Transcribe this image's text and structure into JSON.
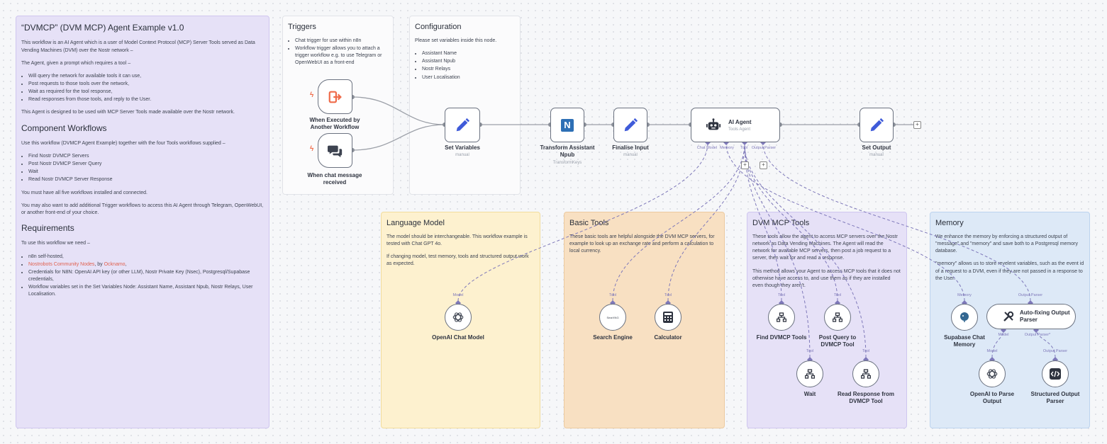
{
  "notes": {
    "main": {
      "title": "“DVMCP” (DVM MCP) Agent Example v1.0",
      "intro": "This workflow is an AI Agent which is a user of Model Context Protocol (MCP) Server Tools served as Data Vending Machines (DVM) over the Nostr network –",
      "agent_line": "The Agent, given a prompt which requires a tool –",
      "steps": [
        "Will query the network for available tools it can use,",
        "Post requests to those tools over the network,",
        "Wait as required for the tool response,",
        "Read responses from those tools, and reply to the User."
      ],
      "designed": "This Agent is designed to be used with MCP Server Tools made available over the Nostr network.",
      "components_title": "Component Workflows",
      "components_intro": "Use this workflow (DVMCP Agent Example) together with the four Tools workflows supplied –",
      "components": [
        "Find Nostr DVMCP Servers",
        "Post Nostr DVMCP Server Query",
        "Wait",
        "Read Nostr DVMCP Server Response"
      ],
      "must_have": "You must have all five workflows installed and connected.",
      "may_want": "You may also want to add additional Trigger workflows to access this AI Agent through Telegram, OpenWebUI, or another front-end of your choice.",
      "requirements_title": "Requirements",
      "requirements_intro": "To use this workflow we need –",
      "req1": "n8n self-hosted,",
      "req2_link": "Nostrobots Community Nodes",
      "req2_by": ", by ",
      "req2_author": "Ocknamo",
      "req2_end": ",",
      "req3": "Credentials for N8N: OpenAI API key (or other LLM), Nostr Private Key (Nsec), Postgresql/Supabase credentials,",
      "req4": "Workflow variables set in the Set Variables Node: Assistant Name, Assistant Npub, Nostr Relays, User Localisation."
    },
    "triggers": {
      "title": "Triggers",
      "items": [
        "Chat trigger for use within n8n",
        "Workflow trigger allows you to attach a trigger workflow e.g. to use Telegram or OpenWebUI as a front-end"
      ]
    },
    "configuration": {
      "title": "Configuration",
      "intro": "Please set variables inside this node.",
      "items": [
        "Assistant Name",
        "Assistant Npub",
        "Nostr Relays",
        "User Localisation"
      ]
    },
    "language_model": {
      "title": "Language Model",
      "p1": "The model should be interchangeable. This workflow example is tested with Chat GPT 4o.",
      "p2": "If changing model, test memory, tools and structured output work as expected."
    },
    "basic_tools": {
      "title": "Basic Tools",
      "p1": "These basic tools are helpful alongside the DVM MCP servers, for example to look up an exchange rate and perform a calculation to local currency."
    },
    "dvm_tools": {
      "title": "DVM MCP Tools",
      "p1": "These tools allow the agent to access MCP servers over the Nostr network as Data Vending Machines. The Agent will read the network for available MCP servers, then post a job request to a server, then wait for and read a response.",
      "p2": "This method allows your Agent to access MCP tools that it does not otherwise have access to, and use them as if they are installed even though they aren't."
    },
    "memory": {
      "title": "Memory",
      "p1": "We enhance the memory by enforcing a structured output of \"message\" and \"memory\" and save both to a Postgresql memory database.",
      "p2": "\"memory\" allows us to store revelent variables, such as the event id of a request to a DVM, even if they are not passed in a response to the User."
    }
  },
  "nodes": {
    "exec_trigger": {
      "label": "When Executed by Another Workflow",
      "icon": "exit-arrow-icon"
    },
    "chat_trigger": {
      "label": "When chat message received",
      "icon": "chat-bubbles-icon"
    },
    "set_variables": {
      "label": "Set Variables",
      "sub": "manual",
      "icon": "pencil-icon"
    },
    "transform": {
      "label": "Transform Assistant Npub",
      "sub": "TransformKeys",
      "icon": "nostr-n-icon",
      "icon_text": "N"
    },
    "finalise": {
      "label": "Finalise Input",
      "sub": "manual",
      "icon": "pencil-icon"
    },
    "agent": {
      "label": "AI Agent",
      "sub": "Tools Agent",
      "icon": "robot-icon"
    },
    "set_output": {
      "label": "Set Output",
      "sub": "manual",
      "icon": "pencil-icon"
    },
    "openai_chat": {
      "label": "OpenAI Chat Model",
      "icon": "openai-icon"
    },
    "search": {
      "label": "Search Engine",
      "icon": "searxng-icon",
      "icon_text": "SearXNG"
    },
    "calculator": {
      "label": "Calculator",
      "icon": "calculator-icon"
    },
    "find_dvmcp": {
      "label": "Find DVMCP Tools",
      "icon": "sitemap-icon"
    },
    "post_query": {
      "label": "Post Query to DVMCP Tool",
      "icon": "sitemap-icon"
    },
    "wait": {
      "label": "Wait",
      "icon": "sitemap-icon"
    },
    "read_response": {
      "label": "Read Response from DVMCP Tool",
      "icon": "sitemap-icon"
    },
    "supabase": {
      "label": "Supabase Chat Memory",
      "icon": "postgres-icon"
    },
    "autofix": {
      "label": "Auto-fixing Output Parser",
      "icon": "tools-icon"
    },
    "openai_parse": {
      "label": "OpenAI to Parse Output",
      "icon": "openai-icon"
    },
    "structured": {
      "label": "Structured Output Parser",
      "icon": "code-icon"
    }
  },
  "ports": {
    "chat_model": "Chat Model",
    "memory": "Memory",
    "tool": "Tool",
    "output_parser": "Output Parser",
    "model": "Model",
    "output_parser_req": "Output Parser*"
  },
  "colors": {
    "accent_purple": "#7e78b9",
    "trigger_orange": "#ef6b4a",
    "pencil_blue": "#3f5bd9",
    "nostr_blue": "#2d6fb5"
  }
}
